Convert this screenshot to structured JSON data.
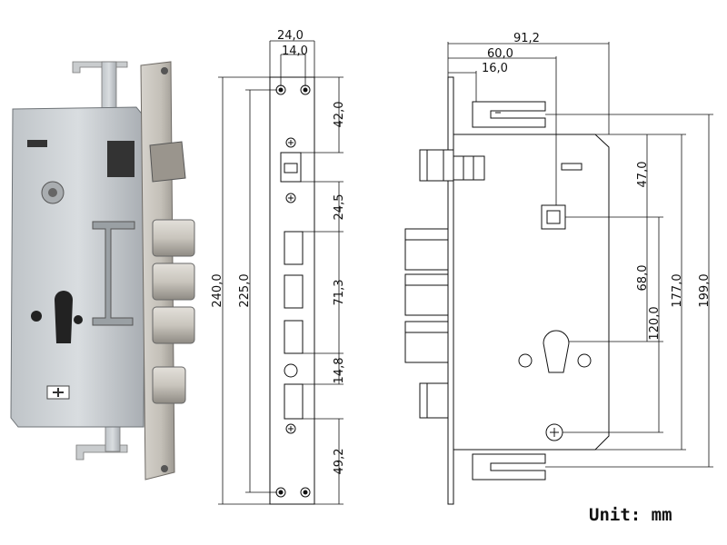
{
  "unit_note": "Unit: mm",
  "dimensions": {
    "faceplate_width": "24,0",
    "bolt_hole_offset": "14,0",
    "faceplate_length": "240,0",
    "bolt_hole_spacing": "225,0",
    "top_to_latch": "42,0",
    "latch_to_bolt": "24,5",
    "bolt_pitch": "71,3",
    "deadbolt_gap": "14,8",
    "bottom_to_deadbolt": "49,2",
    "body_depth": "91,2",
    "backset": "60,0",
    "faceplate_to_body": "16,0",
    "top_to_spindle": "47,0",
    "spindle_to_cylinder": "68,0",
    "cylinder_span": "120,0",
    "body_height": "177,0",
    "total_height": "199,0"
  }
}
